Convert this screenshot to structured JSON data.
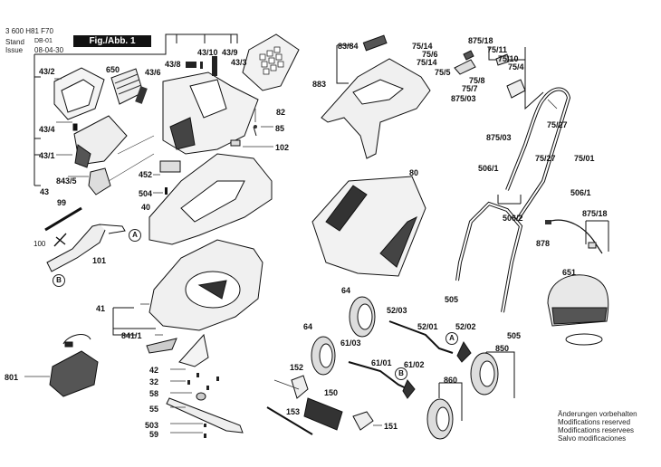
{
  "header": {
    "doc_number": "3 600 H81 F70",
    "stand_label": "Stand",
    "issue_label": "Issue",
    "stand_value": "DB-01",
    "issue_date": "08-04-30",
    "figure_label": "Fig./Abb. 1"
  },
  "callouts": {
    "c43_2": "43/2",
    "c650": "650",
    "c43_6": "43/6",
    "c43_4": "43/4",
    "c43_1": "43/1",
    "c843_5": "843/5",
    "c43": "43",
    "c43_8": "43/8",
    "c43_10": "43/10",
    "c43_9": "43/9",
    "c43_3": "43/3",
    "c82": "82",
    "c85": "85",
    "c102": "102",
    "c452": "452",
    "c504": "504",
    "c40": "40",
    "c99": "99",
    "c100": "100",
    "c101": "101",
    "c41": "41",
    "c841_1": "841/1",
    "c801": "801",
    "c42": "42",
    "c32": "32",
    "c58": "58",
    "c55": "55",
    "c503": "503",
    "c59": "59",
    "c83_84": "83/84",
    "c883": "883",
    "c80": "80",
    "c64a": "64",
    "c64b": "64",
    "c52_03": "52/03",
    "c52_01": "52/01",
    "c52_02": "52/02",
    "c61_03": "61/03",
    "c61_01": "61/01",
    "c61_02": "61/02",
    "c152": "152",
    "c150": "150",
    "c153": "153",
    "c151": "151",
    "c850": "850",
    "c860": "860",
    "c75_14a": "75/14",
    "c75_6": "75/6",
    "c75_14b": "75/14",
    "c75_5": "75/5",
    "c875_18a": "875/18",
    "c75_11": "75/11",
    "c75_10": "75/10",
    "c75_4": "75/4",
    "c75_8": "75/8",
    "c75_7": "75/7",
    "c875_03a": "875/03",
    "c75_27a": "75/27",
    "c875_03b": "875/03",
    "c75_27b": "75/27",
    "c75_01": "75/01",
    "c506_1a": "506/1",
    "c506_1b": "506/1",
    "c506_2": "506/2",
    "c875_18b": "875/18",
    "c878": "878",
    "c505a": "505",
    "c505b": "505",
    "c651": "651"
  },
  "connectors": {
    "a": "A",
    "b": "B"
  },
  "notes": [
    "Änderungen vorbehalten",
    "Modifications reserved",
    "Modifications reservees",
    "Salvo modificaciones"
  ]
}
